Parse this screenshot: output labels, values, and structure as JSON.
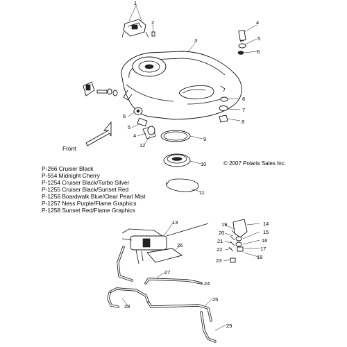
{
  "front_label": "Front",
  "copyright": "© 2007 Polaris Sales Inc.",
  "paint_codes": [
    "P-266  Cruiser Black",
    "P-554  Midnight Cherry",
    "P-1254 Cruiser Black/Turbo Silver",
    "P-1255 Cruiser Black/Sunset Red",
    "P-1256 Boardwalk Blue/Clear Pearl Mist",
    "P-1257 Ness Purple/Flame Graphics",
    "P-1258 Sunset Red/Flame Graphics"
  ],
  "callouts": {
    "c1": "1",
    "c2": "2",
    "c3": "3",
    "c4a": "4",
    "c5a": "5",
    "c6a": "6",
    "c6b": "6",
    "c7": "7",
    "c8": "8",
    "c6c": "6",
    "c5b": "5",
    "c4b": "4",
    "c12": "12",
    "c9": "9",
    "c10": "10",
    "c11": "11",
    "c13": "13",
    "c14": "14",
    "c15": "15",
    "c16": "16",
    "c17": "17",
    "c18": "18",
    "c19": "19",
    "c20": "20",
    "c21": "21",
    "c22": "22",
    "c23": "23",
    "c24": "24",
    "c25": "25",
    "c26": "26",
    "c27": "27",
    "c28": "28",
    "c29": "29"
  }
}
